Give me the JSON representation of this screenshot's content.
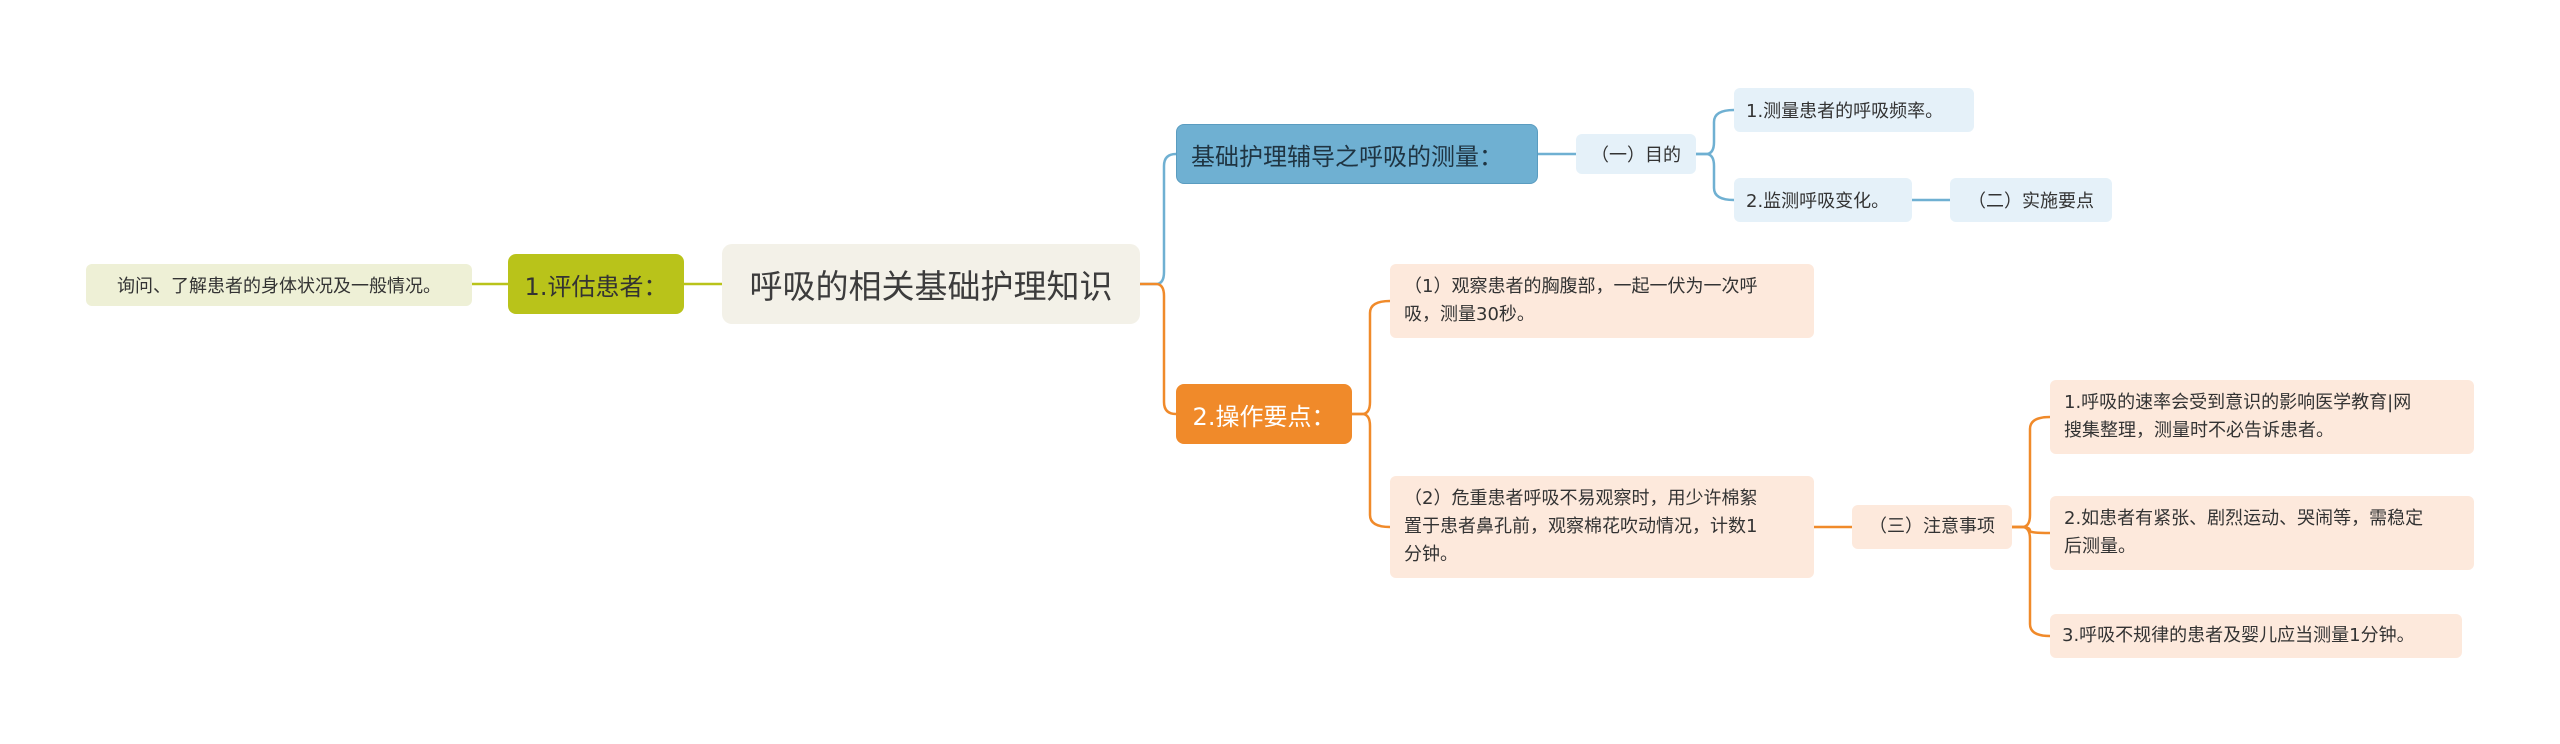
{
  "root": {
    "label": "呼吸的相关基础护理知识"
  },
  "left": {
    "assess": {
      "label": "1.评估患者：",
      "child": "询问、了解患者的身体状况及一般情况。"
    }
  },
  "right": {
    "measure": {
      "label": "基础护理辅导之呼吸的测量：",
      "purpose": {
        "label": "（一）目的",
        "items": [
          "1.测量患者的呼吸频率。",
          "2.监测呼吸变化。"
        ]
      },
      "key_points": "（二）实施要点"
    },
    "operation": {
      "label": "2.操作要点：",
      "step1": "（1）观察患者的胸腹部，一起一伏为一次呼\n吸，测量30秒。",
      "step2": "（2）危重患者呼吸不易观察时，用少许棉絮\n置于患者鼻孔前，观察棉花吹动情况，计数1\n分钟。",
      "notes": {
        "label": "（三）注意事项",
        "items": [
          "1.呼吸的速率会受到意识的影响医学教育|网\n搜集整理，测量时不必告诉患者。",
          "2.如患者有紧张、剧烈运动、哭闹等，需稳定\n后测量。",
          "3.呼吸不规律的患者及婴儿应当测量1分钟。"
        ]
      }
    }
  },
  "colors": {
    "root": "#f3f1e8",
    "green": "#b9c31a",
    "green_light": "#eef0d6",
    "blue": "#6fb0d2",
    "blue_light": "#e5f1f9",
    "orange": "#f08a2a",
    "orange_light": "#fde9dc"
  }
}
